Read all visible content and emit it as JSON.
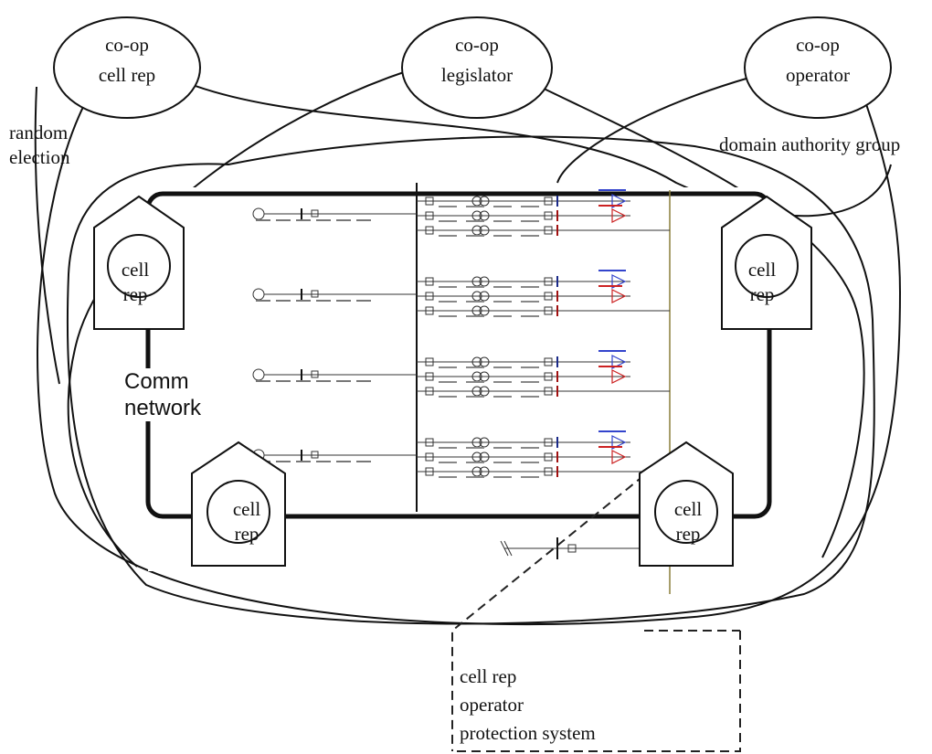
{
  "roles": {
    "cell_rep": [
      "co-op",
      "cell rep"
    ],
    "legislator": [
      "co-op",
      "legislator"
    ],
    "operator": [
      "co-op",
      "operator"
    ]
  },
  "labels": {
    "random_election": [
      "random",
      "election"
    ],
    "domain_authority_group": "domain authority group",
    "comm_network": [
      "Comm",
      "network"
    ]
  },
  "cell_nodes": [
    "cell",
    "rep"
  ],
  "callout": [
    "cell rep",
    "operator",
    "protection system"
  ],
  "colors": {
    "line": "#111111",
    "noncritical_loads": "#3344cc",
    "critical_loads": "#cc2222",
    "feeder": "#8a7f3a",
    "breaker_red": "#a01010"
  }
}
